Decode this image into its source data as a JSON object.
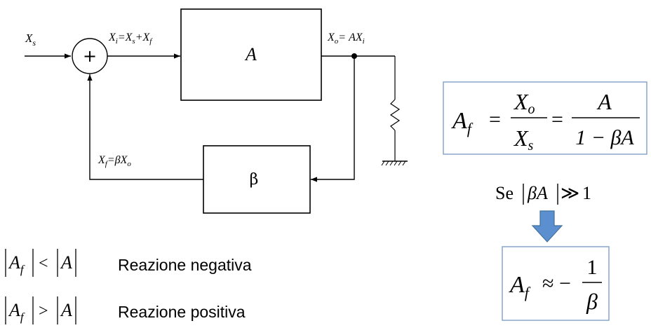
{
  "block_diagram": {
    "input_label": "X",
    "input_sub": "s",
    "summer_symbol": "+",
    "sum_eq": {
      "x": "X",
      "i": "i",
      "eq1": "=",
      "xs": "X",
      "s": "s",
      "plus": "+",
      "xf": "X",
      "f": "f"
    },
    "amplifier_label": "A",
    "output_eq": {
      "x": "X",
      "o": "o",
      "eq": "=",
      "ax": "AX",
      "i": "i"
    },
    "feedback_label": "β",
    "feedback_eq": {
      "x": "X",
      "f": "f",
      "eq": "=βX",
      "o": "o"
    }
  },
  "closed_loop_formula": {
    "lhs": "A",
    "lhs_sub": "f",
    "eq1": "=",
    "num1": "X",
    "num1_sub": "o",
    "den1": "X",
    "den1_sub": "s",
    "eq2": "=",
    "num2": "A",
    "den2": "1 − βA"
  },
  "condition": {
    "prefix": "Se",
    "expr": "βA",
    "rel": "≫",
    "rhs": "1"
  },
  "approx_formula": {
    "lhs": "A",
    "lhs_sub": "f",
    "op": "≈ −",
    "num": "1",
    "den": "β"
  },
  "reactions": [
    {
      "lhs": "A",
      "lhs_sub": "f",
      "op": "<",
      "rhs": "A",
      "text": "Reazione negativa"
    },
    {
      "lhs": "A",
      "lhs_sub": "f",
      "op": ">",
      "rhs": "A",
      "text": "Reazione positiva"
    }
  ],
  "colors": {
    "line": "#000000",
    "box_border": "#7f9fc9",
    "arrow_fill": "#5b8fd0",
    "arrow_stroke": "#41719c"
  }
}
